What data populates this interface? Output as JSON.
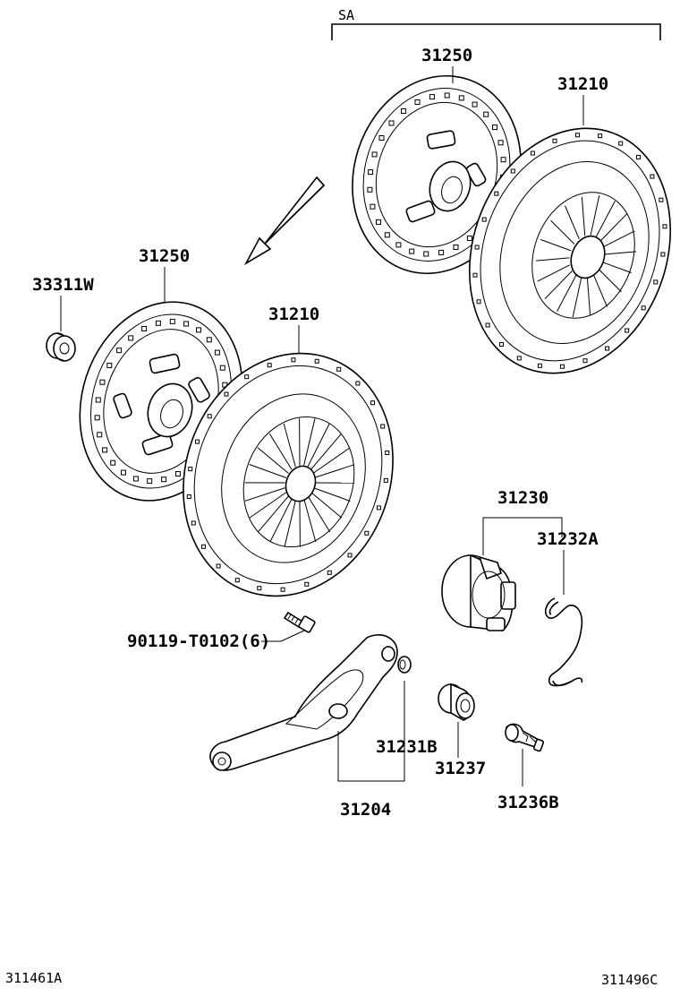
{
  "diagram": {
    "group_label": "SA",
    "ref_left": "311461A",
    "ref_right": "311496C",
    "parts": {
      "disc_upper": "31250",
      "cover_upper": "31210",
      "disc_lower": "31250",
      "cover_lower": "31210",
      "bearing": "33311W",
      "bolt": "90119-T0102(6)",
      "release_bearing_assy": "31230",
      "clip": "31232A",
      "fork_boot_ring": "31231B",
      "boot": "31237",
      "fork_support": "31236B",
      "fork": "31204"
    }
  }
}
